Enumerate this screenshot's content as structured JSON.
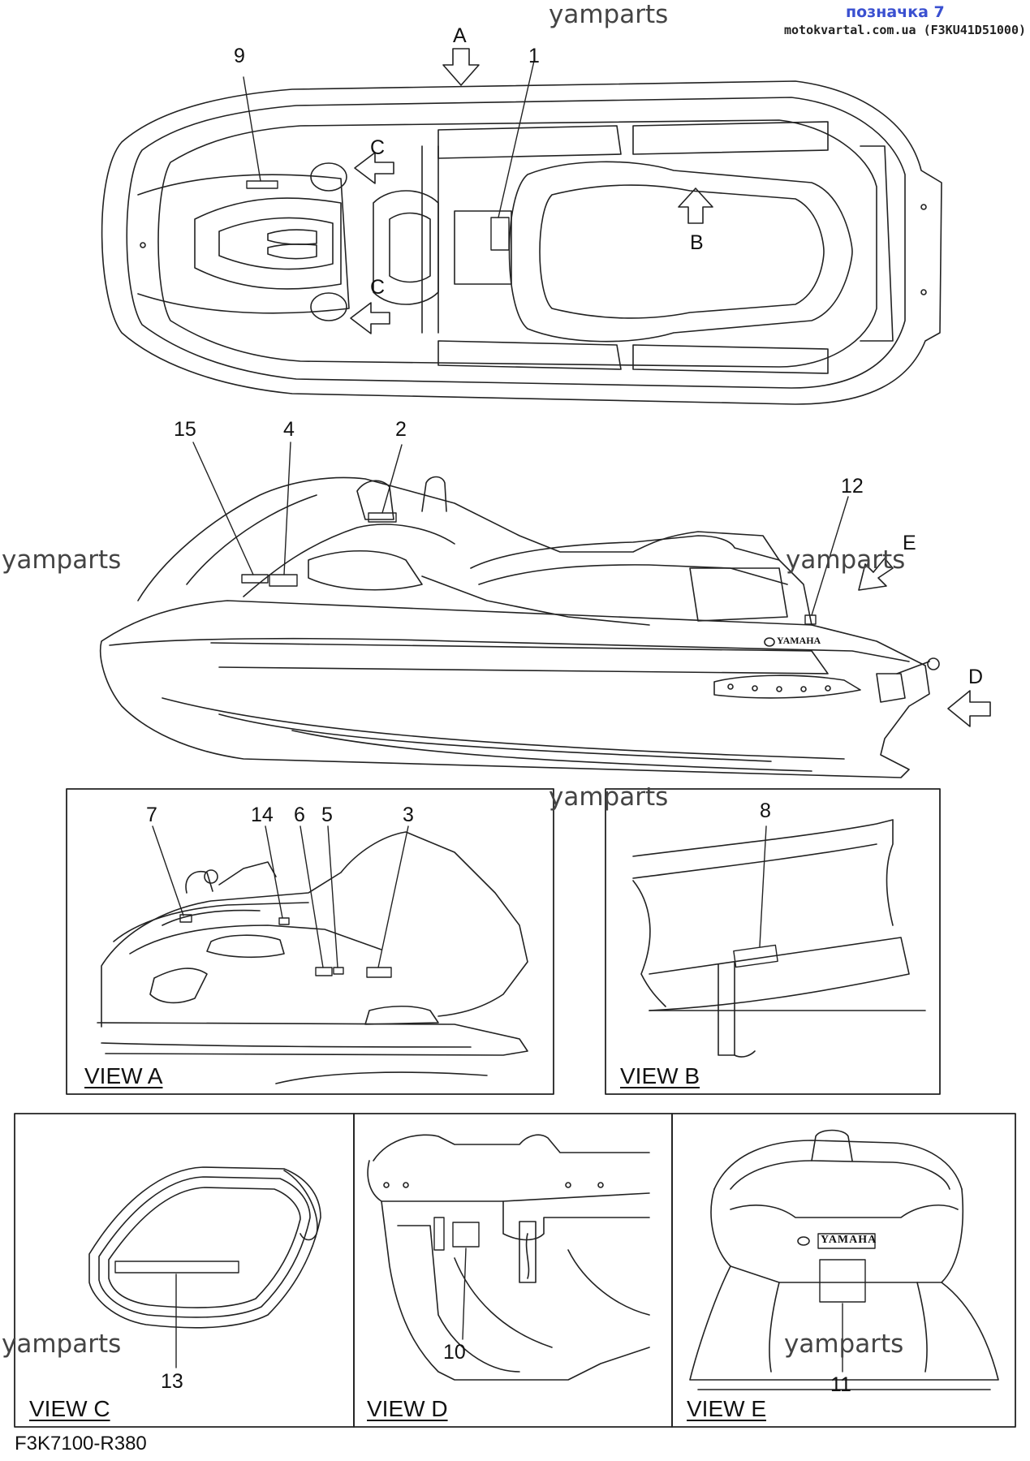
{
  "header": {
    "watermark": "yamparts",
    "badge": "позначка 7",
    "site": "motokvartal.com.ua (F3KU41D51000)"
  },
  "watermarks": [
    "yamparts",
    "yamparts",
    "yamparts",
    "yamparts",
    "yamparts"
  ],
  "arrows": [
    "A",
    "B",
    "C",
    "C",
    "D",
    "E"
  ],
  "callouts": {
    "c1": "1",
    "c2": "2",
    "c3": "3",
    "c4": "4",
    "c5": "5",
    "c6": "6",
    "c7": "7",
    "c8": "8",
    "c9": "9",
    "c10": "10",
    "c11": "11",
    "c12": "12",
    "c13": "13",
    "c14": "14",
    "c15": "15"
  },
  "views": {
    "a": "VIEW A",
    "b": "VIEW B",
    "c": "VIEW C",
    "d": "VIEW D",
    "e": "VIEW E"
  },
  "side_logo": "YAMAHA",
  "rear_logo": "YAMAHA",
  "footer_code": "F3K7100-R380"
}
